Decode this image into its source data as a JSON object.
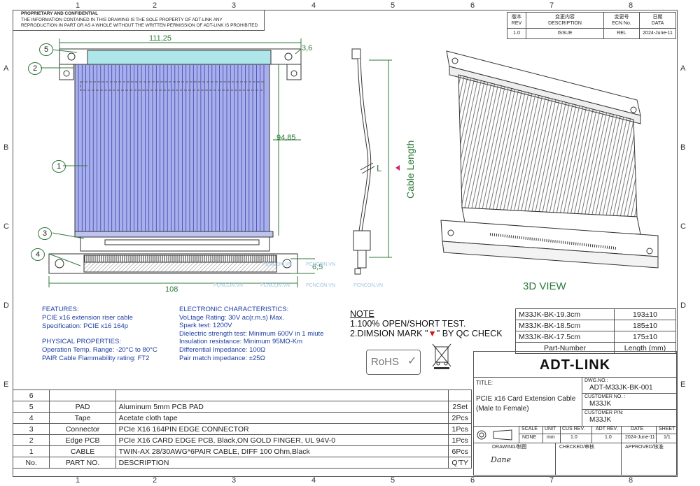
{
  "notice": {
    "title": "PROPRIETARY AND CONFIDENTIAL",
    "line1": "THE INFORMATION CONTAINED IN THIS DRAWING IS THE SOLE PROPERTY OF ADT-LINK ANY",
    "line2": "REPRODUCTION IN PART OR AS A WHOLE WITHOUT THE WRITTEN PERMISSION OF ADT-LINK IS PROHIBITED"
  },
  "zones": {
    "cols": [
      "1",
      "2",
      "3",
      "4",
      "5",
      "6",
      "7",
      "8"
    ],
    "rows": [
      "A",
      "B",
      "C",
      "D",
      "E"
    ]
  },
  "revision": {
    "head_cn": [
      "版本",
      "变更内容",
      "变更号",
      "日期"
    ],
    "head_en": [
      "REV",
      "DESCRIPTION",
      "ECN No.",
      "DATA"
    ],
    "row": [
      "1.0",
      "ISSUE",
      "REL",
      "2024-June-11"
    ]
  },
  "dims": {
    "width_top": "111,25",
    "corner": "3,6",
    "height": "94,85",
    "pad": "6,5",
    "width_bottom": "108",
    "L": "L",
    "cable_length": "Cable Length"
  },
  "balloons": [
    "5",
    "2",
    "1",
    "3",
    "4"
  ],
  "view_label": "3D VIEW",
  "watermark": "PCNCON.VN",
  "features": {
    "title": "FEATURES:",
    "lines": [
      "PCIE x16 extension riser cable",
      "Specification:  PCIE x16 164p"
    ]
  },
  "physical": {
    "title": "PHYSICAL PROPERTIES:",
    "lines": [
      "Operation Temp. Range: -20°C to 80°C",
      "PAIR Cable Flammability rating:   FT2"
    ]
  },
  "electronic": {
    "title": "ELECTRONIC CHARACTERISTICS:",
    "lines": [
      "VoLtage Rating: 30V ac(r.m.s) Max.",
      "Spark test: 1200V",
      "Dielectric strength test: Minimum 600V in 1 miute",
      "Insulation resistance: Minimum 95MΩ-Km",
      "Differential Impedance: 100Ω",
      "Pair match impedance: ±25Ω"
    ]
  },
  "note": {
    "title": "NOTE",
    "line1": "1.100% OPEN/SHORT TEST.",
    "line2a": "2.DIMSION MARK \"",
    "line2b": "\" BY QC CHECK",
    "rohs": "RoHS"
  },
  "parts_length": {
    "rows": [
      [
        "M33JK-BK-19.3cm",
        "193±10"
      ],
      [
        "M33JK-BK-18.5cm",
        "185±10"
      ],
      [
        "M33JK-BK-17.5cm",
        "175±10"
      ]
    ],
    "head": [
      "Part-Number",
      "Length (mm)"
    ]
  },
  "bom": {
    "rows": [
      [
        "6",
        "",
        "",
        ""
      ],
      [
        "5",
        "PAD",
        "Aluminum 5mm PCB PAD",
        "2Set"
      ],
      [
        "4",
        "Tape",
        "Acetate cloth tape",
        "2Pcs"
      ],
      [
        "3",
        "Connector",
        "PCIe X16 164PIN EDGE CONNECTOR",
        "1Pcs"
      ],
      [
        "2",
        "Edge PCB",
        "PCIe X16 CARD EDGE PCB, Black,ON GOLD FINGER, UL 94V-0",
        "1Pcs"
      ],
      [
        "1",
        "CABLE",
        "TWIN-AX 28/30AWG*6PAIR CABLE, DIFF 100 Ohm,Black",
        "6Pcs"
      ]
    ],
    "head": [
      "No.",
      "PART NO.",
      "DESCRIPTION",
      "Q'TY"
    ]
  },
  "title_block": {
    "logo": "ADT-LINK",
    "title_label": "TITLE:",
    "title_line1": "PCIE x16 Card Extension Cable",
    "title_line2": "(Male to Female)",
    "dwg_label": "DWG.NO.:",
    "dwg_no": "ADT-M33JK-BK-001",
    "cust_label": "CUSTOMER NO. :",
    "cust_no": "M33JK",
    "cust_pn_label": "CUSTOMER P/N:",
    "cust_pn": "M33JK",
    "meta_head": [
      "SCALE",
      "UNIT",
      "CUS REV.",
      "ADT REV.",
      "DATE",
      "SHEET"
    ],
    "meta_val": [
      "NONE",
      "mm",
      "1.0",
      "1.0",
      "2024-June-11",
      "1/1"
    ],
    "drawing_label": "DRAWING/制图",
    "checked_label": "CHECKED/审核",
    "approved_label": "APPROVED/核准",
    "signature": "Dane"
  }
}
